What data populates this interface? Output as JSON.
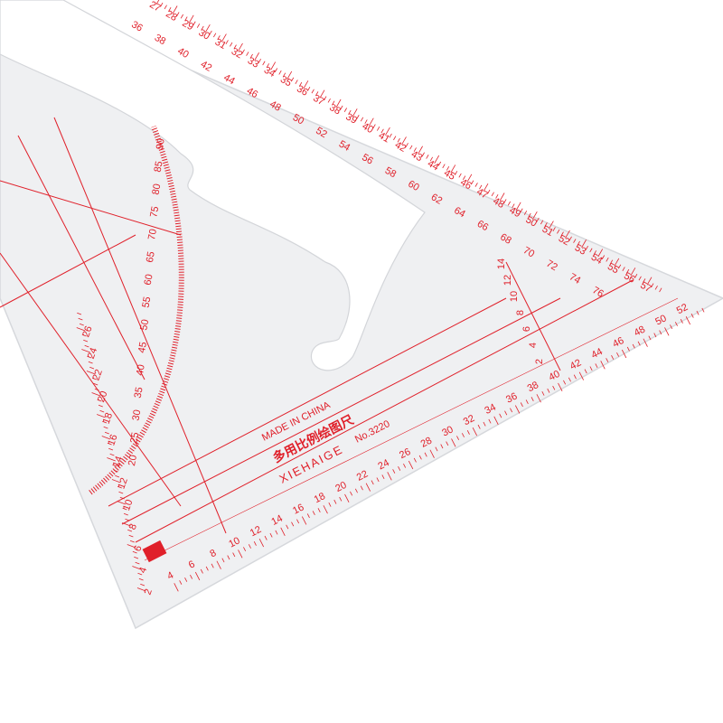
{
  "ruler": {
    "made_in": "MADE IN CHINA",
    "product_name_cn": "多用比例绘图尺",
    "brand": "XIEHAIGE",
    "model": "No.3220",
    "ink_color": "#e0202a",
    "plastic_color": "#eeeff1"
  },
  "scales": {
    "bottom_edge": [
      "4",
      "6",
      "8",
      "10",
      "12",
      "14",
      "16",
      "18",
      "20",
      "22",
      "24",
      "26",
      "28",
      "30",
      "32",
      "34",
      "36",
      "38",
      "40",
      "42",
      "44",
      "46",
      "48",
      "50",
      "52"
    ],
    "upper_inner": [
      "27",
      "28",
      "29",
      "30",
      "31",
      "32",
      "33",
      "34",
      "35",
      "36",
      "37",
      "38",
      "39",
      "40",
      "41",
      "42",
      "43",
      "44",
      "45",
      "46",
      "47",
      "48",
      "49",
      "50",
      "51",
      "52",
      "53",
      "54",
      "55",
      "56",
      "57"
    ],
    "upper_outer": [
      "36",
      "38",
      "40",
      "42",
      "44",
      "46",
      "48",
      "50",
      "52",
      "54",
      "56",
      "58",
      "60",
      "62",
      "64",
      "66",
      "68",
      "70",
      "72",
      "74",
      "76"
    ],
    "left_edge": [
      "2",
      "4",
      "6",
      "8",
      "10",
      "12",
      "14",
      "16",
      "18",
      "20",
      "22",
      "24",
      "26"
    ],
    "protractor": [
      "20",
      "25",
      "30",
      "35",
      "40",
      "45",
      "50",
      "55",
      "60",
      "65",
      "70",
      "75",
      "80",
      "85",
      "90"
    ],
    "small_vertical": [
      "2",
      "4",
      "6",
      "8",
      "10",
      "12",
      "14"
    ]
  }
}
